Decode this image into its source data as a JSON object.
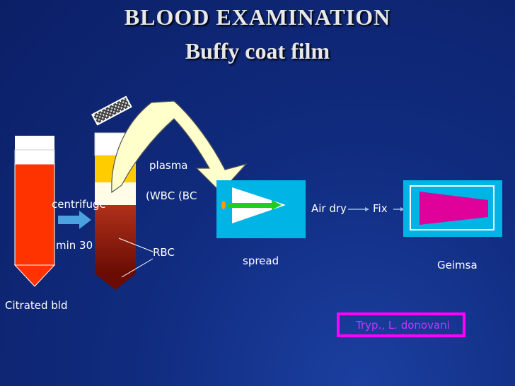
{
  "title": "BLOOD EXAMINATION",
  "subtitle": "Buffy coat film",
  "labels": {
    "plasma": "plasma",
    "wbc": "(WBC (BC",
    "rbc": "RBC",
    "centrifuge": "centrifuge",
    "time": "min 30",
    "citrated": "Citrated bld",
    "spread": "spread",
    "air_dry": "Air dry",
    "fix": "Fix",
    "stain": "Geimsa",
    "parasites": "Tryp., L. donovani"
  },
  "colors": {
    "blood": "#ff3300",
    "plasma": "#ffcc00",
    "rbc": "#a01808",
    "slide": "#00b4e6",
    "smear": "#e0009a",
    "highlight": "#ff00ff",
    "parasite_text": "#cc33ff"
  }
}
